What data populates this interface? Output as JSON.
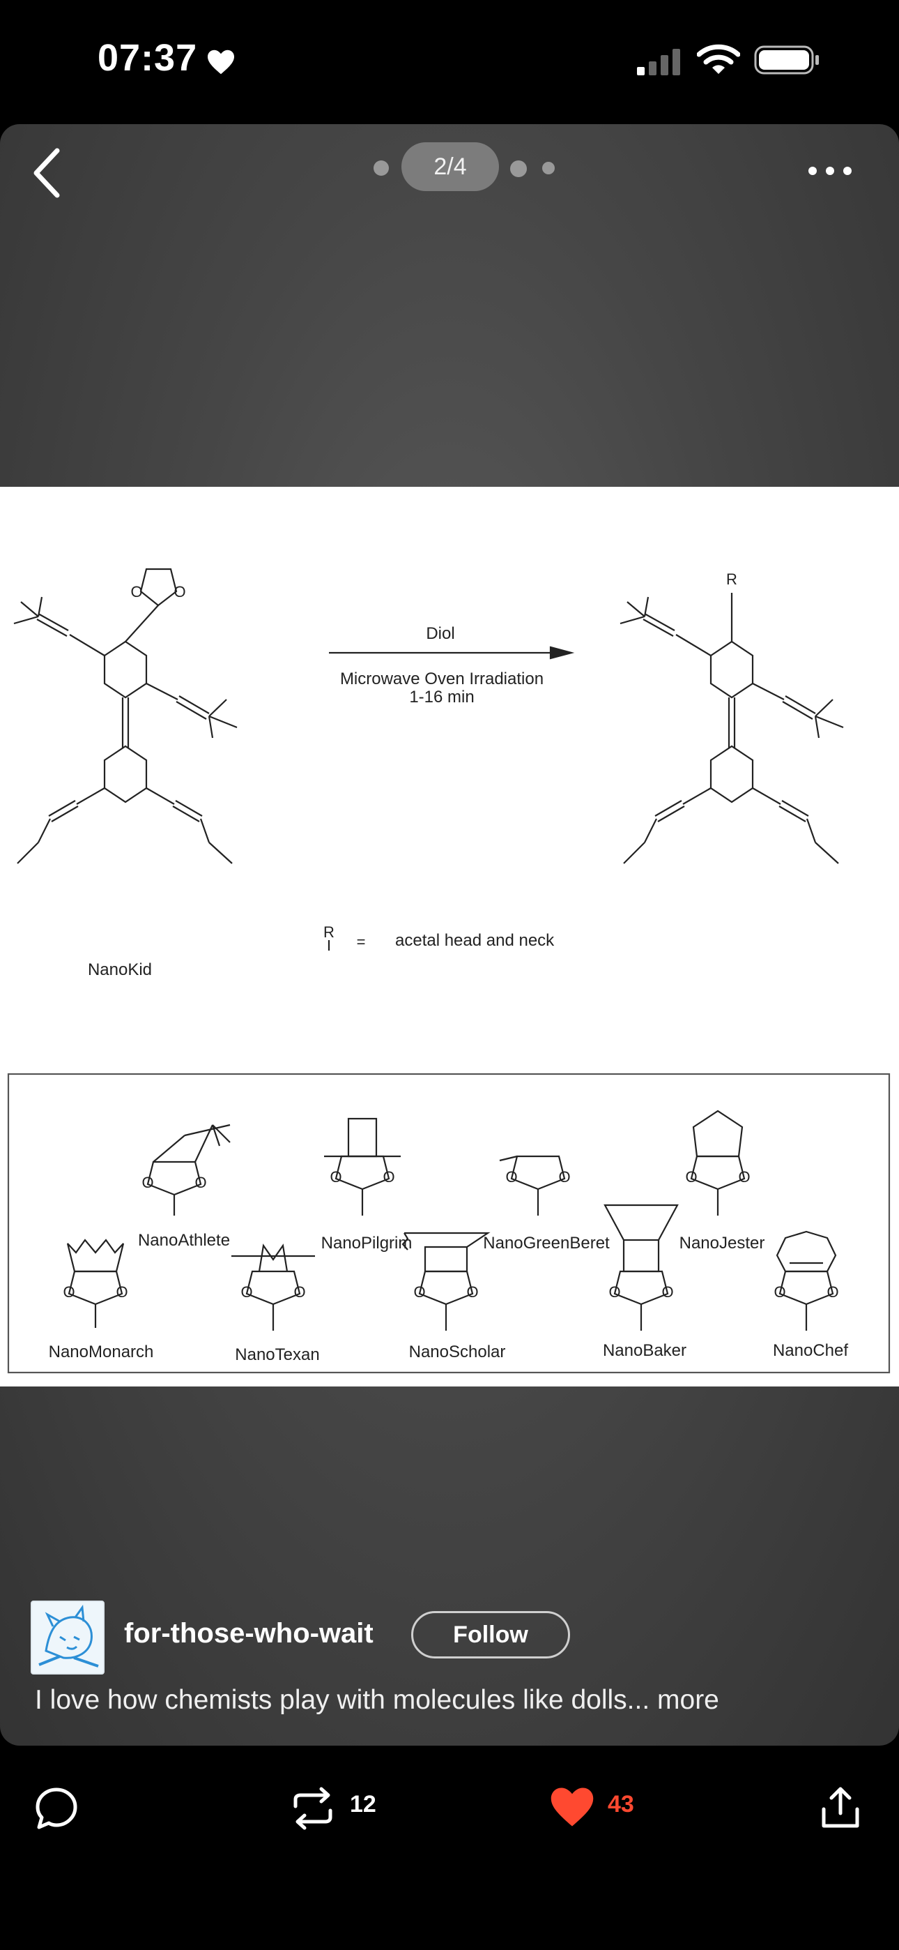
{
  "status_bar": {
    "time": "07:37"
  },
  "viewer": {
    "page_indicator": "2/4"
  },
  "figure": {
    "reagent": "Diol",
    "conditions_line1": "Microwave Oven Irradiation",
    "conditions_line2": "1-16 min",
    "start_name": "NanoKid",
    "r_symbol": "R",
    "equals": "=",
    "r_definition": "acetal head and neck",
    "product_r": "R",
    "variants_row1": [
      "NanoAthlete",
      "NanoPilgrim",
      "NanoGreenBeret",
      "NanoJester"
    ],
    "variants_row2": [
      "NanoMonarch",
      "NanoTexan",
      "NanoScholar",
      "NanoBaker",
      "NanoChef"
    ]
  },
  "post": {
    "blog_name": "for-those-who-wait",
    "follow_label": "Follow",
    "caption": "I love how chemists play with molecules like dolls... more"
  },
  "actions": {
    "reblog_count": "12",
    "like_count": "43",
    "like_color": "#ff4930"
  }
}
